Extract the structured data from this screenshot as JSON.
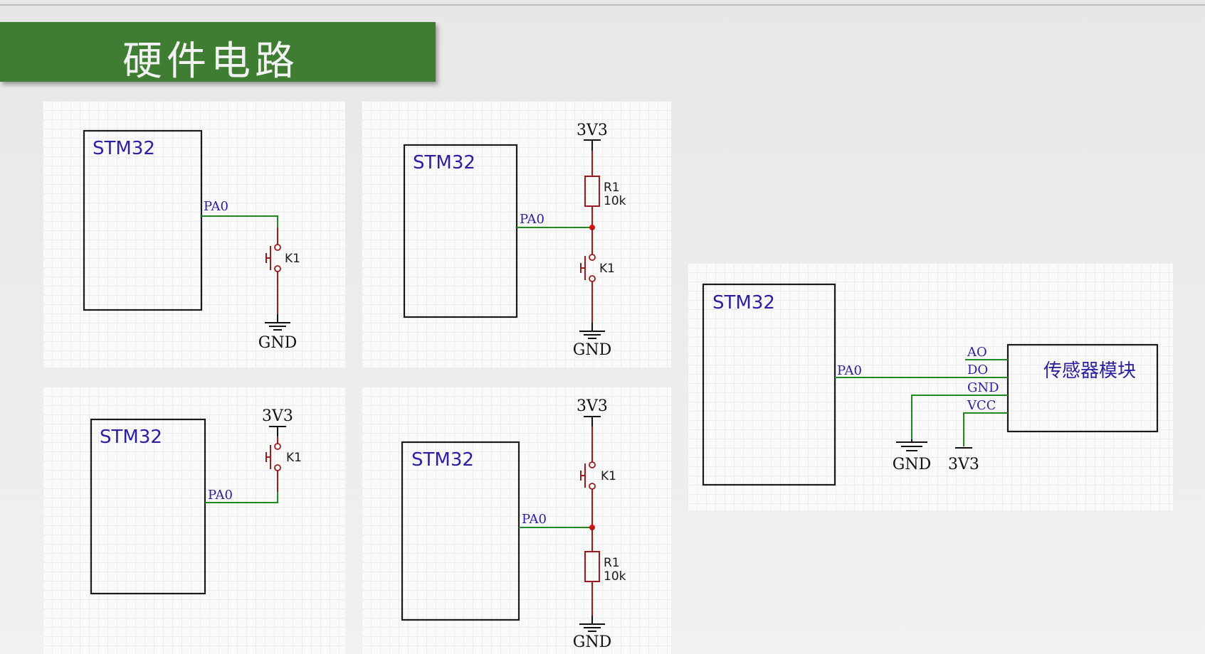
{
  "title": "硬件电路",
  "panels": [
    {
      "chip": "STM32",
      "pin": "PA0",
      "switch": "K1",
      "gnd": "GND"
    },
    {
      "chip": "STM32",
      "pin": "PA0",
      "switch": "K1",
      "gnd": "GND",
      "vcc": "3V3",
      "resistor": "R1",
      "resistor_value": "10k"
    },
    {
      "chip": "STM32",
      "pin": "PA0",
      "switch": "K1",
      "vcc": "3V3"
    },
    {
      "chip": "STM32",
      "pin": "PA0",
      "switch": "K1",
      "gnd": "GND",
      "vcc": "3V3",
      "resistor": "R1",
      "resistor_value": "10k"
    },
    {
      "chip": "STM32",
      "pin": "PA0",
      "module": "传感器模块",
      "module_pins": [
        "AO",
        "DO",
        "GND",
        "VCC"
      ],
      "gnd": "GND",
      "vcc": "3V3"
    }
  ],
  "colors": {
    "title_bg": "#3e7d32",
    "wire": "#1f8a1f",
    "component": "#9e1b1b",
    "label": "#2a1fa5"
  }
}
